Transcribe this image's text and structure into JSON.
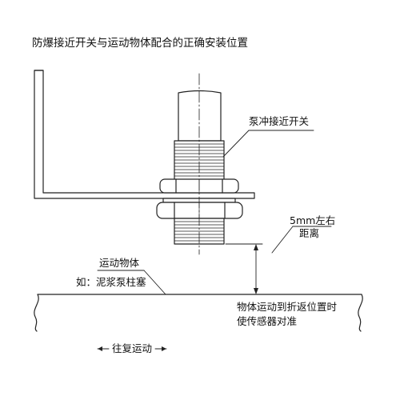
{
  "title": "防爆接近开关与运动物体配合的正确安装位置",
  "labels": {
    "sensor": "泵冲接近开关",
    "distance_line1": "5mm左右",
    "distance_line2": "距离",
    "object_line1": "运动物体",
    "object_line2": "如：泥浆泵柱塞",
    "alignment_line1": "物体运动到折返位置时",
    "alignment_line2": "使传感器对准",
    "motion": "往复运动"
  },
  "colors": {
    "line": "#222222",
    "background": "#ffffff"
  }
}
